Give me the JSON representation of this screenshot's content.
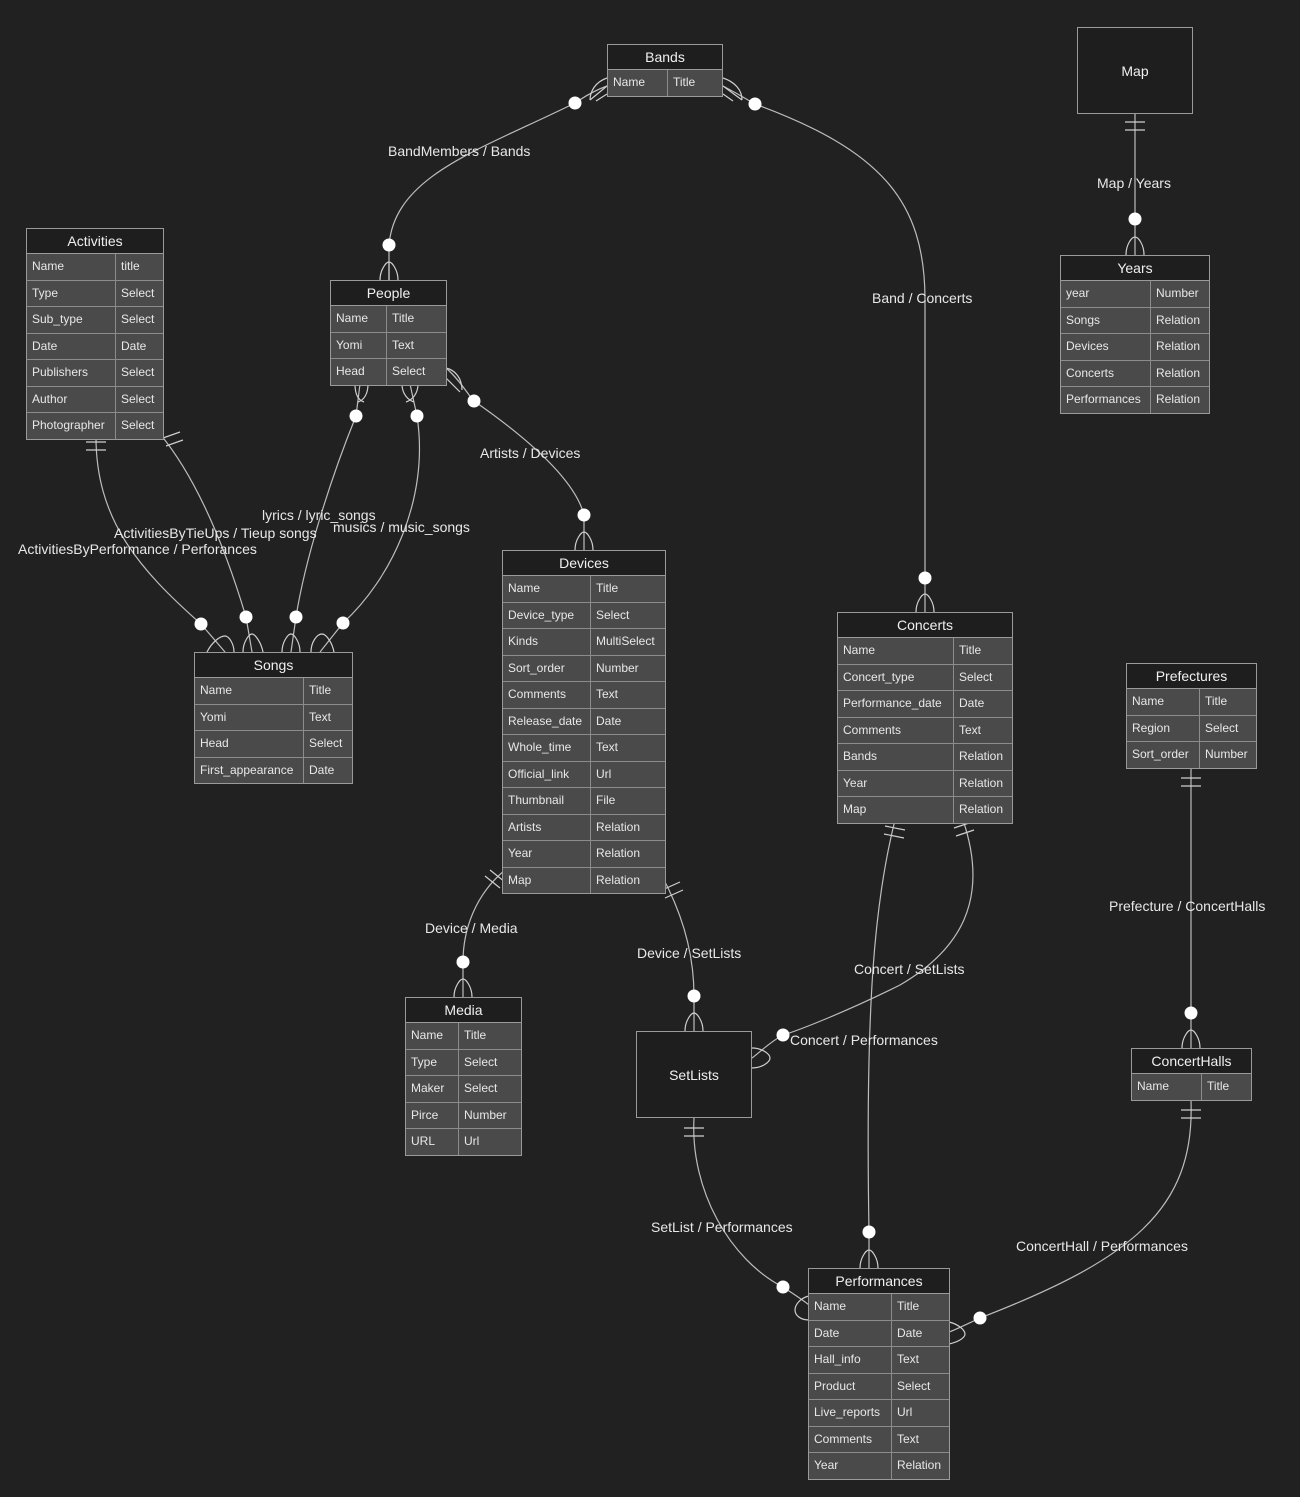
{
  "entities": {
    "bands": {
      "title": "Bands",
      "rows": [
        [
          "Name",
          "Title"
        ]
      ]
    },
    "activities": {
      "title": "Activities",
      "rows": [
        [
          "Name",
          "title"
        ],
        [
          "Type",
          "Select"
        ],
        [
          "Sub_type",
          "Select"
        ],
        [
          "Date",
          "Date"
        ],
        [
          "Publishers",
          "Select"
        ],
        [
          "Author",
          "Select"
        ],
        [
          "Photographer",
          "Select"
        ]
      ]
    },
    "people": {
      "title": "People",
      "rows": [
        [
          "Name",
          "Title"
        ],
        [
          "Yomi",
          "Text"
        ],
        [
          "Head",
          "Select"
        ]
      ]
    },
    "years": {
      "title": "Years",
      "rows": [
        [
          "year",
          "Number"
        ],
        [
          "Songs",
          "Relation"
        ],
        [
          "Devices",
          "Relation"
        ],
        [
          "Concerts",
          "Relation"
        ],
        [
          "Performances",
          "Relation"
        ]
      ]
    },
    "songs": {
      "title": "Songs",
      "rows": [
        [
          "Name",
          "Title"
        ],
        [
          "Yomi",
          "Text"
        ],
        [
          "Head",
          "Select"
        ],
        [
          "First_appearance",
          "Date"
        ]
      ]
    },
    "devices": {
      "title": "Devices",
      "rows": [
        [
          "Name",
          "Title"
        ],
        [
          "Device_type",
          "Select"
        ],
        [
          "Kinds",
          "MultiSelect"
        ],
        [
          "Sort_order",
          "Number"
        ],
        [
          "Comments",
          "Text"
        ],
        [
          "Release_date",
          "Date"
        ],
        [
          "Whole_time",
          "Text"
        ],
        [
          "Official_link",
          "Url"
        ],
        [
          "Thumbnail",
          "File"
        ],
        [
          "Artists",
          "Relation"
        ],
        [
          "Year",
          "Relation"
        ],
        [
          "Map",
          "Relation"
        ]
      ]
    },
    "concerts": {
      "title": "Concerts",
      "rows": [
        [
          "Name",
          "Title"
        ],
        [
          "Concert_type",
          "Select"
        ],
        [
          "Performance_date",
          "Date"
        ],
        [
          "Comments",
          "Text"
        ],
        [
          "Bands",
          "Relation"
        ],
        [
          "Year",
          "Relation"
        ],
        [
          "Map",
          "Relation"
        ]
      ]
    },
    "prefectures": {
      "title": "Prefectures",
      "rows": [
        [
          "Name",
          "Title"
        ],
        [
          "Region",
          "Select"
        ],
        [
          "Sort_order",
          "Number"
        ]
      ]
    },
    "media": {
      "title": "Media",
      "rows": [
        [
          "Name",
          "Title"
        ],
        [
          "Type",
          "Select"
        ],
        [
          "Maker",
          "Select"
        ],
        [
          "Pirce",
          "Number"
        ],
        [
          "URL",
          "Url"
        ]
      ]
    },
    "concerthalls": {
      "title": "ConcertHalls",
      "rows": [
        [
          "Name",
          "Title"
        ]
      ]
    },
    "performances": {
      "title": "Performances",
      "rows": [
        [
          "Name",
          "Title"
        ],
        [
          "Date",
          "Date"
        ],
        [
          "Hall_info",
          "Text"
        ],
        [
          "Product",
          "Select"
        ],
        [
          "Live_reports",
          "Url"
        ],
        [
          "Comments",
          "Text"
        ],
        [
          "Year",
          "Relation"
        ]
      ]
    }
  },
  "boxes": {
    "map": "Map",
    "setlists": "SetLists"
  },
  "relationships": {
    "band_members": "BandMembers / Bands",
    "band_concerts": "Band / Concerts",
    "map_years": "Map / Years",
    "artists_devices": "Artists / Devices",
    "lyrics": "lyrics / lyric_songs",
    "musics": "musics / music_songs",
    "tieups": "ActivitiesByTieUps / Tieup songs",
    "performance_acts": "ActivitiesByPerformance / Perforances",
    "device_media": "Device / Media",
    "device_setlists": "Device / SetLists",
    "concert_setlists": "Concert / SetLists",
    "concert_performances": "Concert / Performances",
    "prefecture_halls": "Prefecture / ConcertHalls",
    "setlist_performances": "SetList / Performances",
    "hall_performances": "ConcertHall / Performances"
  }
}
